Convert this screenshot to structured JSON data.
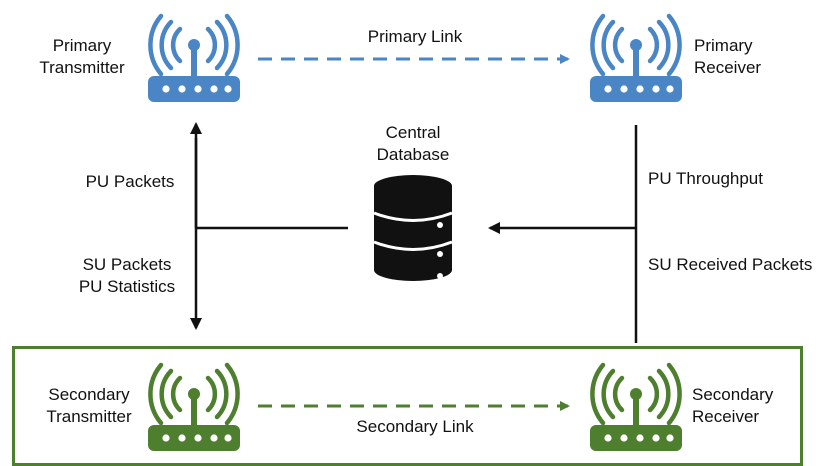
{
  "nodes": {
    "primary_transmitter": {
      "line1": "Primary",
      "line2": "Transmitter",
      "color": "#4a86c5"
    },
    "primary_receiver": {
      "line1": "Primary",
      "line2": "Receiver",
      "color": "#4a86c5"
    },
    "secondary_transmitter": {
      "line1": "Secondary",
      "line2": "Transmitter",
      "color": "#4e7f2e"
    },
    "secondary_receiver": {
      "line1": "Secondary",
      "line2": "Receiver",
      "color": "#4e7f2e"
    },
    "central_database": {
      "line1": "Central",
      "line2": "Database"
    }
  },
  "links": {
    "primary_link": "Primary Link",
    "secondary_link": "Secondary Link"
  },
  "flows": {
    "pu_packets": "PU Packets",
    "su_packets": "SU Packets",
    "pu_statistics": "PU Statistics",
    "pu_throughput": "PU Throughput",
    "su_received_packets": "SU Received Packets"
  }
}
